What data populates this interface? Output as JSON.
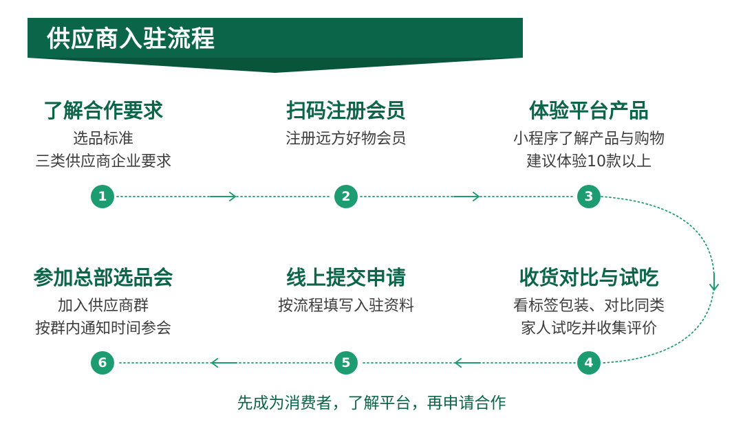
{
  "header": {
    "title": "供应商入驻流程"
  },
  "steps": [
    {
      "number": "1",
      "title": "了解合作要求",
      "lines": [
        "选品标准",
        "三类供应商企业要求"
      ]
    },
    {
      "number": "2",
      "title": "扫码注册会员",
      "lines": [
        "注册远方好物会员"
      ]
    },
    {
      "number": "3",
      "title": "体验平台产品",
      "lines": [
        "小程序了解产品与购物",
        "建议体验10款以上"
      ]
    },
    {
      "number": "4",
      "title": "收货对比与试吃",
      "lines": [
        "看标签包装、对比同类",
        "家人试吃并收集评价"
      ]
    },
    {
      "number": "5",
      "title": "线上提交申请",
      "lines": [
        "按流程填写入驻资料"
      ]
    },
    {
      "number": "6",
      "title": "参加总部选品会",
      "lines": [
        "加入供应商群",
        "按群内通知时间参会"
      ]
    }
  ],
  "footer": {
    "note": "先成为消费者，了解平台，再申请合作"
  },
  "colors": {
    "brand": "#0b6649",
    "node": "#1c9c70",
    "text": "#3d3d3d"
  },
  "icons": {
    "flow_arrow": "arrow-icon",
    "loop_arrow": "arrow-down-icon"
  }
}
